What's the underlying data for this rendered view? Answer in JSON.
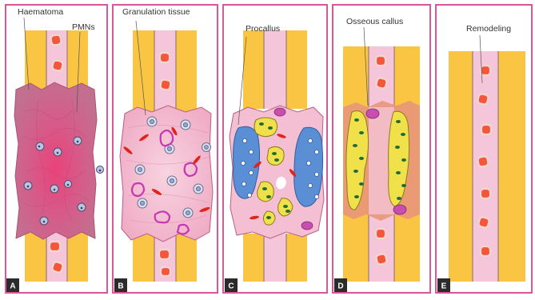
{
  "figure": {
    "panels": [
      {
        "letter": "A",
        "labels": [
          "Haematoma",
          "PMNs"
        ]
      },
      {
        "letter": "B",
        "labels": [
          "Granulation tissue"
        ]
      },
      {
        "letter": "C",
        "labels": [
          "Procallus"
        ]
      },
      {
        "letter": "D",
        "labels": [
          "Osseous callus"
        ]
      },
      {
        "letter": "E",
        "labels": [
          "Remodeling"
        ]
      }
    ]
  },
  "colors": {
    "frame": "#d6579a",
    "cortex": "#f9c542",
    "marrow": "#f5c6da",
    "rbc_fill": "#f4563b",
    "rbc_rim": "#f2d7d0",
    "haematoma": "#d45d8a",
    "granulation": "#f4bfd2",
    "cartilage": "#5a8fd6",
    "woven_bone": "#f0e04a",
    "osteocyte": "#1f6b3a",
    "osteoclast": "#c84fb0",
    "fibrous": "#e9967a"
  }
}
